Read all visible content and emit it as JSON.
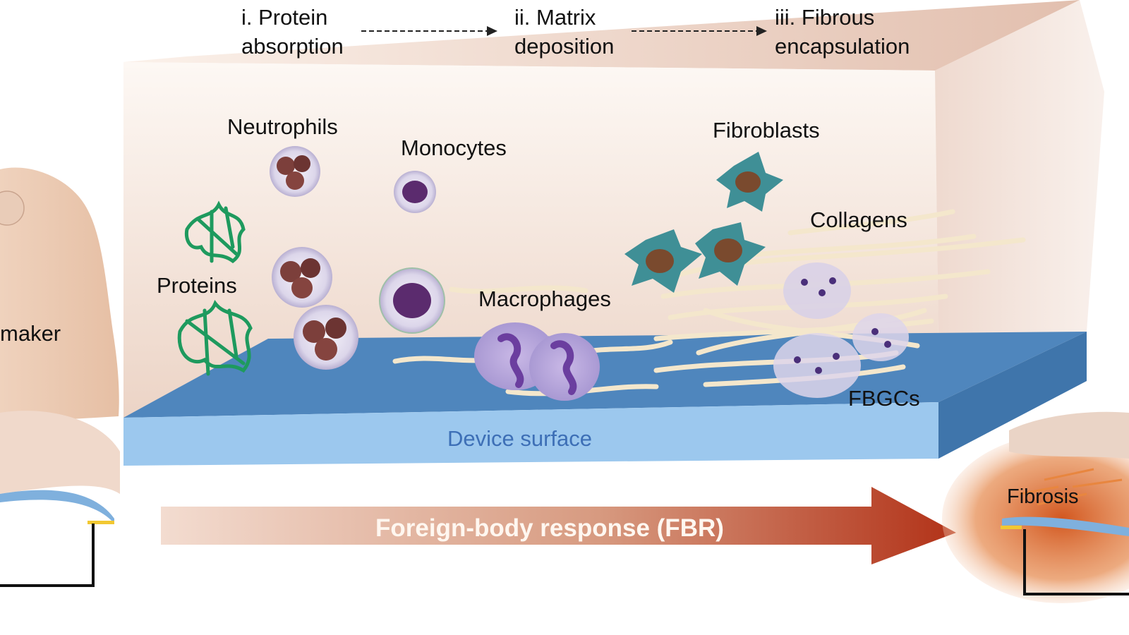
{
  "stages": [
    {
      "line1": "i. Protein",
      "line2": "absorption"
    },
    {
      "line1": "ii. Matrix",
      "line2": "deposition"
    },
    {
      "line1": "iii. Fibrous",
      "line2": "encapsulation"
    }
  ],
  "labels": {
    "neutrophils": "Neutrophils",
    "monocytes": "Monocytes",
    "fibroblasts": "Fibroblasts",
    "collagens": "Collagens",
    "proteins": "Proteins",
    "macrophages": "Macrophages",
    "fbgcs": "FBGCs",
    "device_surface": "Device surface",
    "pacemaker_partial": "maker",
    "fibrosis": "Fibrosis"
  },
  "fbr_arrow": {
    "text": "Foreign-body response (FBR)"
  },
  "colors": {
    "tissue": "#f0ddd2",
    "device_top": "#4f86bd",
    "device_front": "#9cc8ee",
    "arrow_start": "#f3dcd0",
    "arrow_end": "#b23218",
    "collagen": "#f4e7cc",
    "protein": "#1e9a5e",
    "fibrosis": "#d96a34"
  }
}
